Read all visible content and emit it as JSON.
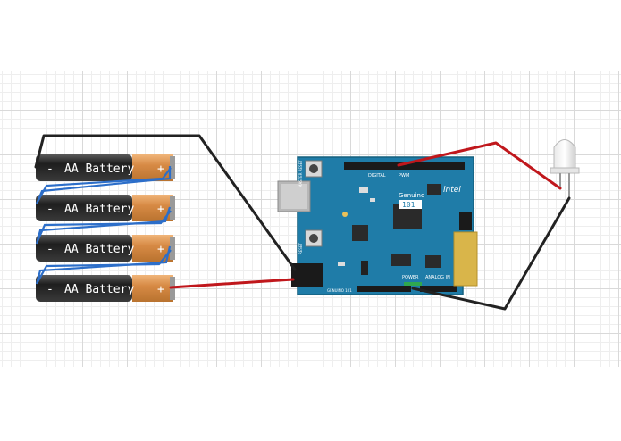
{
  "batteries": {
    "label": "AA Battery",
    "minus": "-",
    "plus": "+"
  },
  "board": {
    "brand": "intel",
    "product": "Genuino",
    "model": "101",
    "digital_label": "DIGITAL",
    "pwm_label": "PWM",
    "power_label": "POWER",
    "analog_label": "ANALOG IN",
    "ioref_label": "GENUINO 101",
    "reset_label": "RESET",
    "master_reset_label": "MASTER RESET"
  },
  "colors": {
    "wire_black": "#222222",
    "wire_red": "#c0171c",
    "wire_blue": "#2c6ec9",
    "board_blue": "#1f7ca8",
    "battery_dark": "#2a2a2a",
    "battery_copper": "#d9904f"
  }
}
